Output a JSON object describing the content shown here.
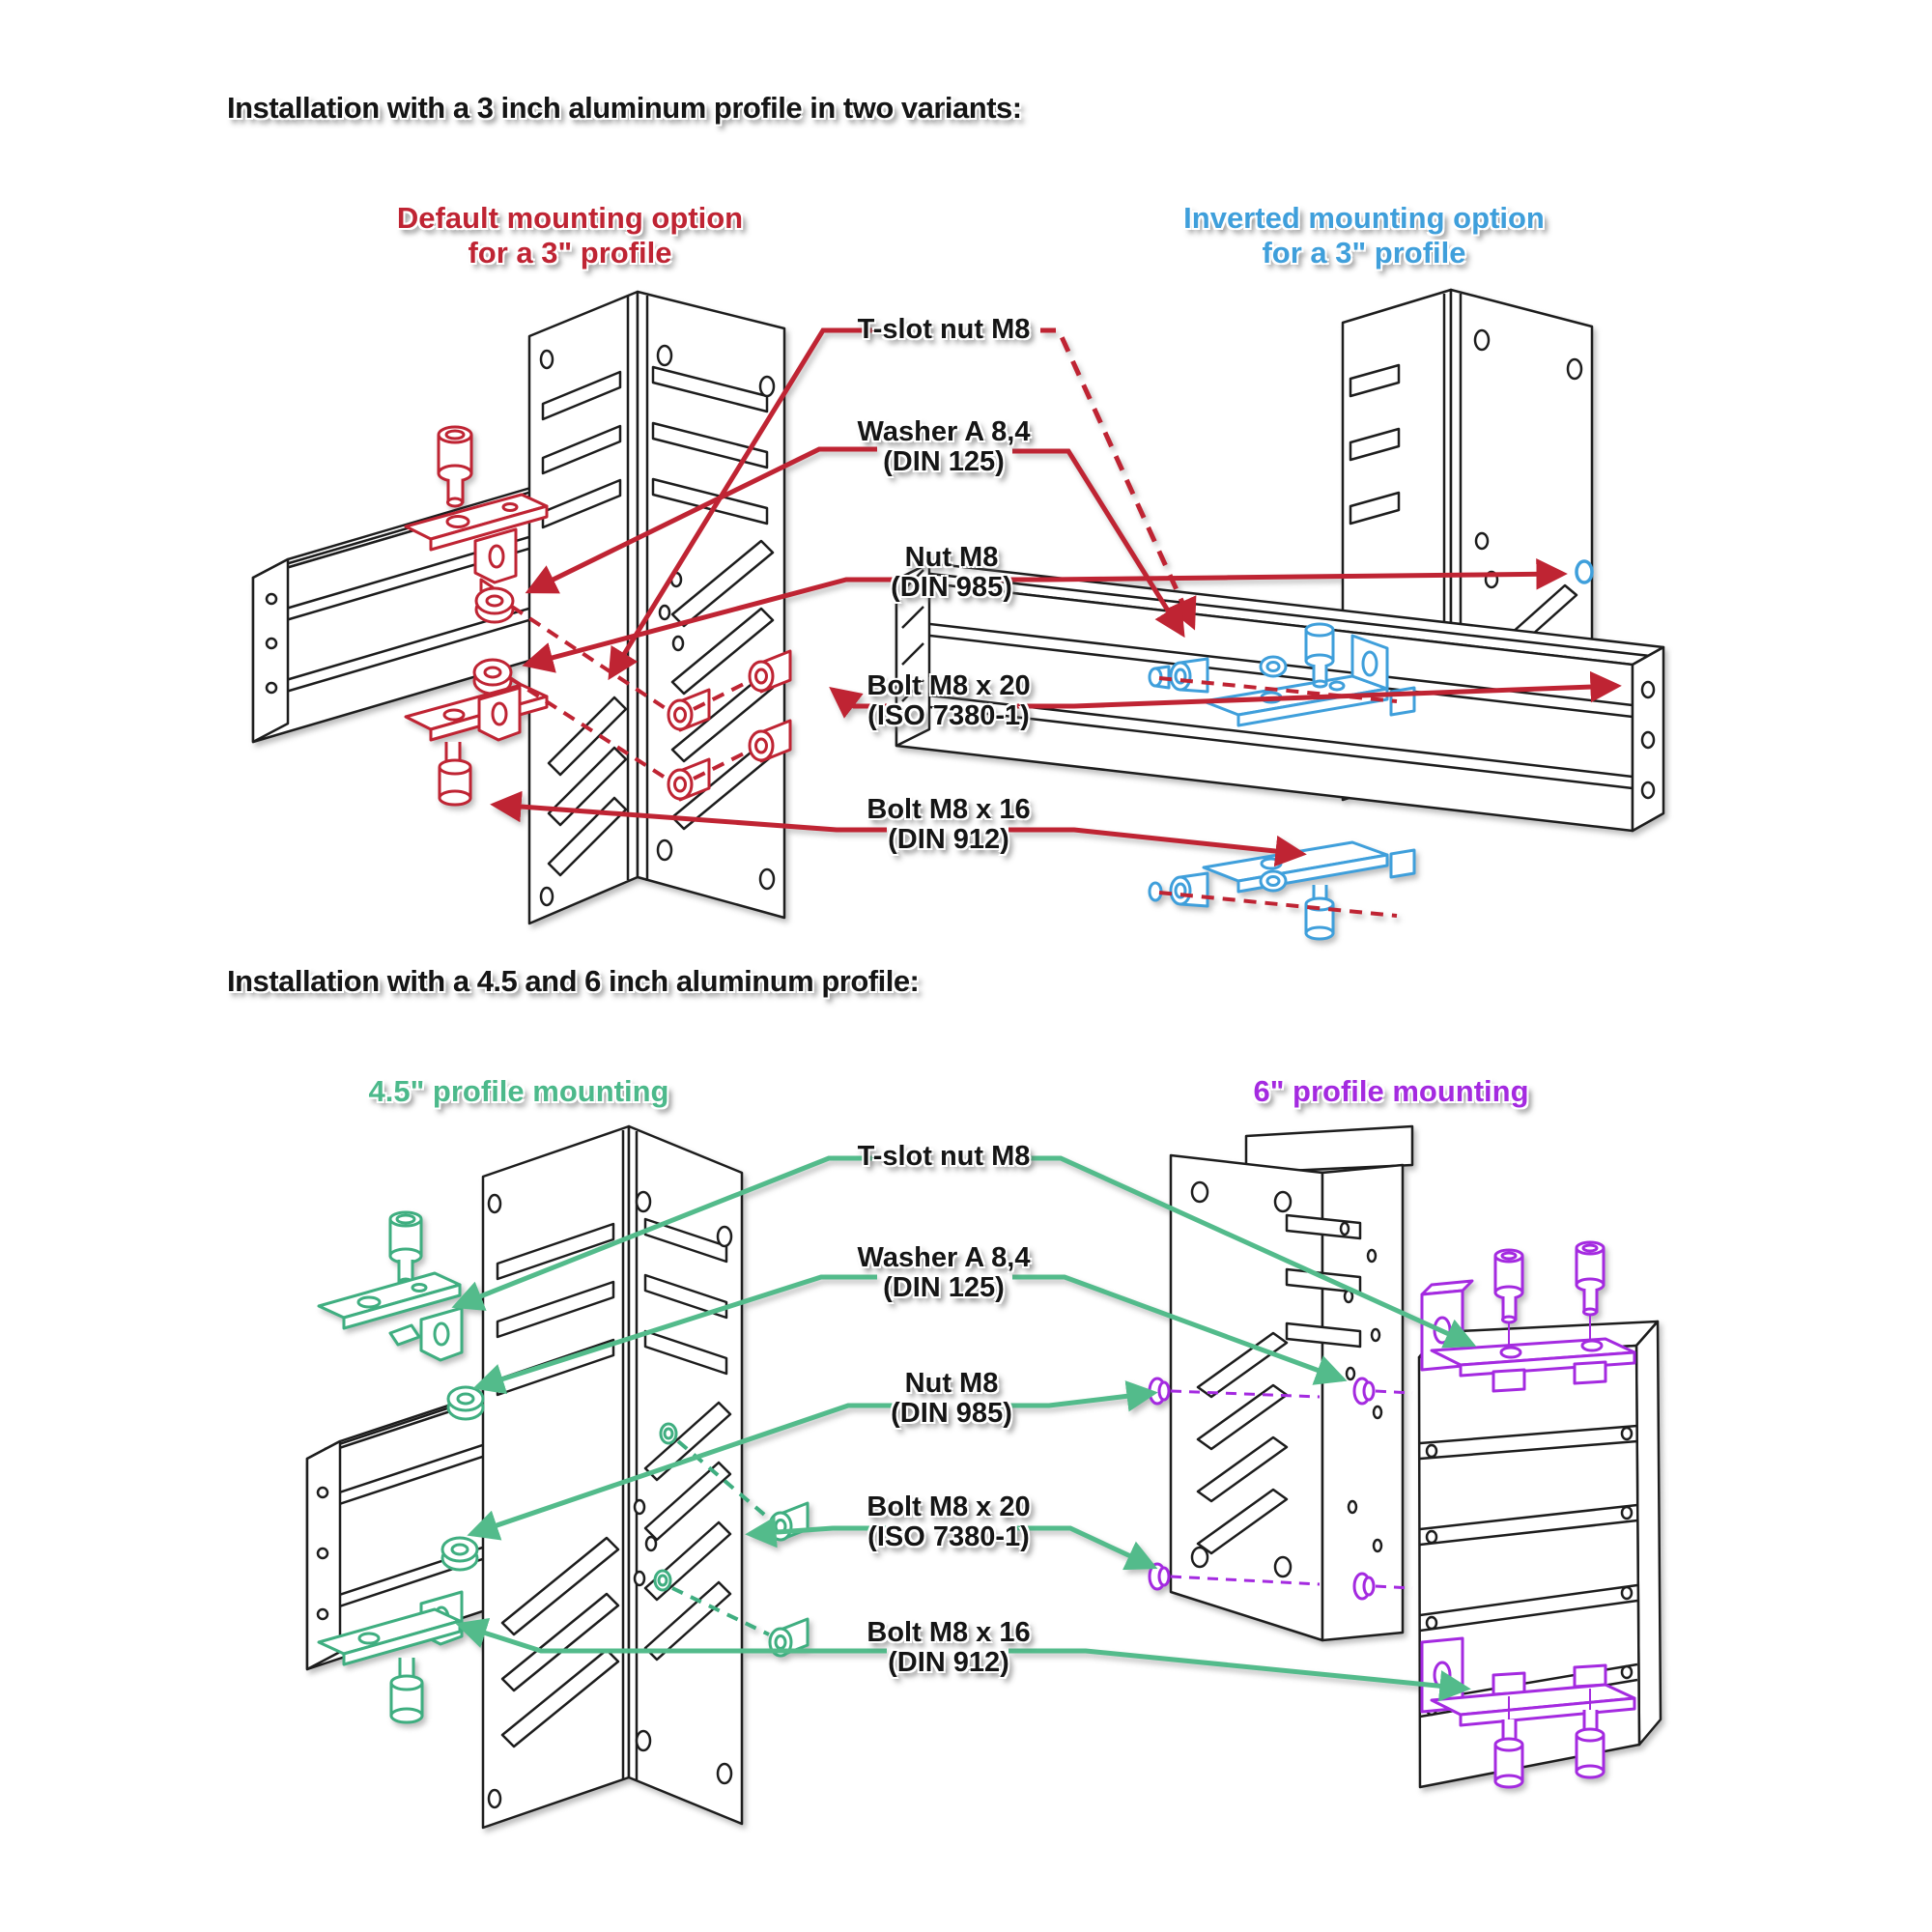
{
  "document": {
    "type": "installation-diagram",
    "background": "#ffffff",
    "line_color": "#1d1d1d"
  },
  "colors": {
    "red": "#bf2433",
    "blue": "#3f9fdb",
    "green": "#4cb98b",
    "purple": "#a42ae0",
    "text": "#151515"
  },
  "sections": [
    {
      "title": "Installation with a 3 inch aluminum profile in two variants:",
      "variants": [
        {
          "line1": "Default mounting option",
          "line2": "for a 3\" profile",
          "color": "#bf2433"
        },
        {
          "line1": "Inverted mounting option",
          "line2": "for a 3\" profile",
          "color": "#3f9fdb"
        }
      ],
      "parts": [
        {
          "line1": "T-slot nut M8",
          "line2": ""
        },
        {
          "line1": "Washer A 8,4",
          "line2": "(DIN 125)"
        },
        {
          "line1": "Nut M8",
          "line2": "(DIN 985)"
        },
        {
          "line1": "Bolt M8 x 20",
          "line2": "(ISO 7380-1)"
        },
        {
          "line1": "Bolt M8 x 16",
          "line2": "(DIN 912)"
        }
      ]
    },
    {
      "title": "Installation with a 4.5 and 6 inch aluminum profile:",
      "variants": [
        {
          "line1": "4.5\" profile mounting",
          "line2": "",
          "color": "#4cb98b"
        },
        {
          "line1": "6\" profile mounting",
          "line2": "",
          "color": "#a42ae0"
        }
      ],
      "parts": [
        {
          "line1": "T-slot nut M8",
          "line2": ""
        },
        {
          "line1": "Washer A 8,4",
          "line2": "(DIN 125)"
        },
        {
          "line1": "Nut M8",
          "line2": "(DIN 985)"
        },
        {
          "line1": "Bolt M8 x 20",
          "line2": "(ISO 7380-1)"
        },
        {
          "line1": "Bolt M8 x 16",
          "line2": "(DIN 912)"
        }
      ]
    }
  ]
}
